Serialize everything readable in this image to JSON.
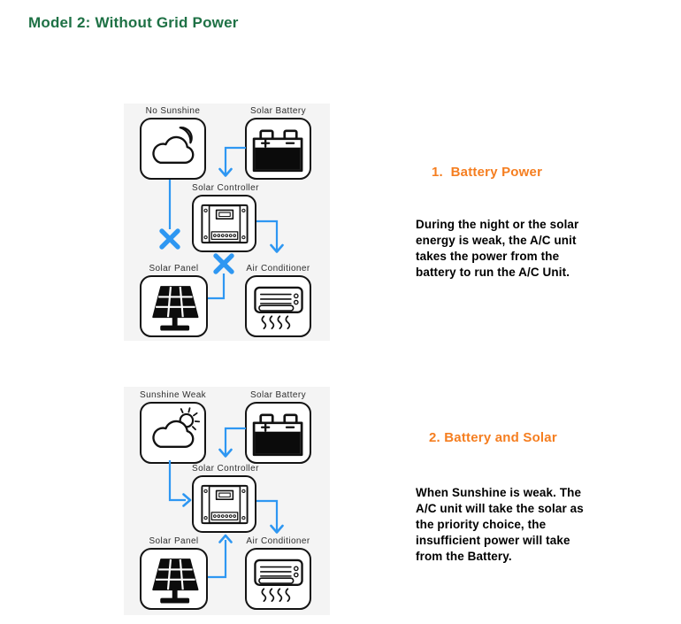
{
  "page": {
    "title": "Model 2: Without Grid Power"
  },
  "diagram1": {
    "weather": "No Sunshine",
    "battery": "Solar Battery",
    "controller": "Solar Controller",
    "panel": "Solar Panel",
    "ac": "Air Conditioner"
  },
  "diagram2": {
    "weather": "Sunshine Weak",
    "battery": "Solar Battery",
    "controller": "Solar Controller",
    "panel": "Solar Panel",
    "ac": "Air Conditioner"
  },
  "sections": [
    {
      "heading": "1.  Battery Power",
      "body": "During the night or the solar energy is weak, the A/C unit takes the power from the battery to run the A/C Unit."
    },
    {
      "heading": "2. Battery and Solar",
      "body": "When Sunshine is weak. The A/C unit will take the solar as the priority choice, the insufficient power will take from the Battery."
    }
  ],
  "icons": {
    "battery_terminal_labels": [
      "+",
      "−"
    ]
  },
  "colors": {
    "title_green": "#1e7145",
    "heading_orange": "#f57e20",
    "arrow_blue": "#2e97f2",
    "panel_background": "#f4f4f4"
  }
}
